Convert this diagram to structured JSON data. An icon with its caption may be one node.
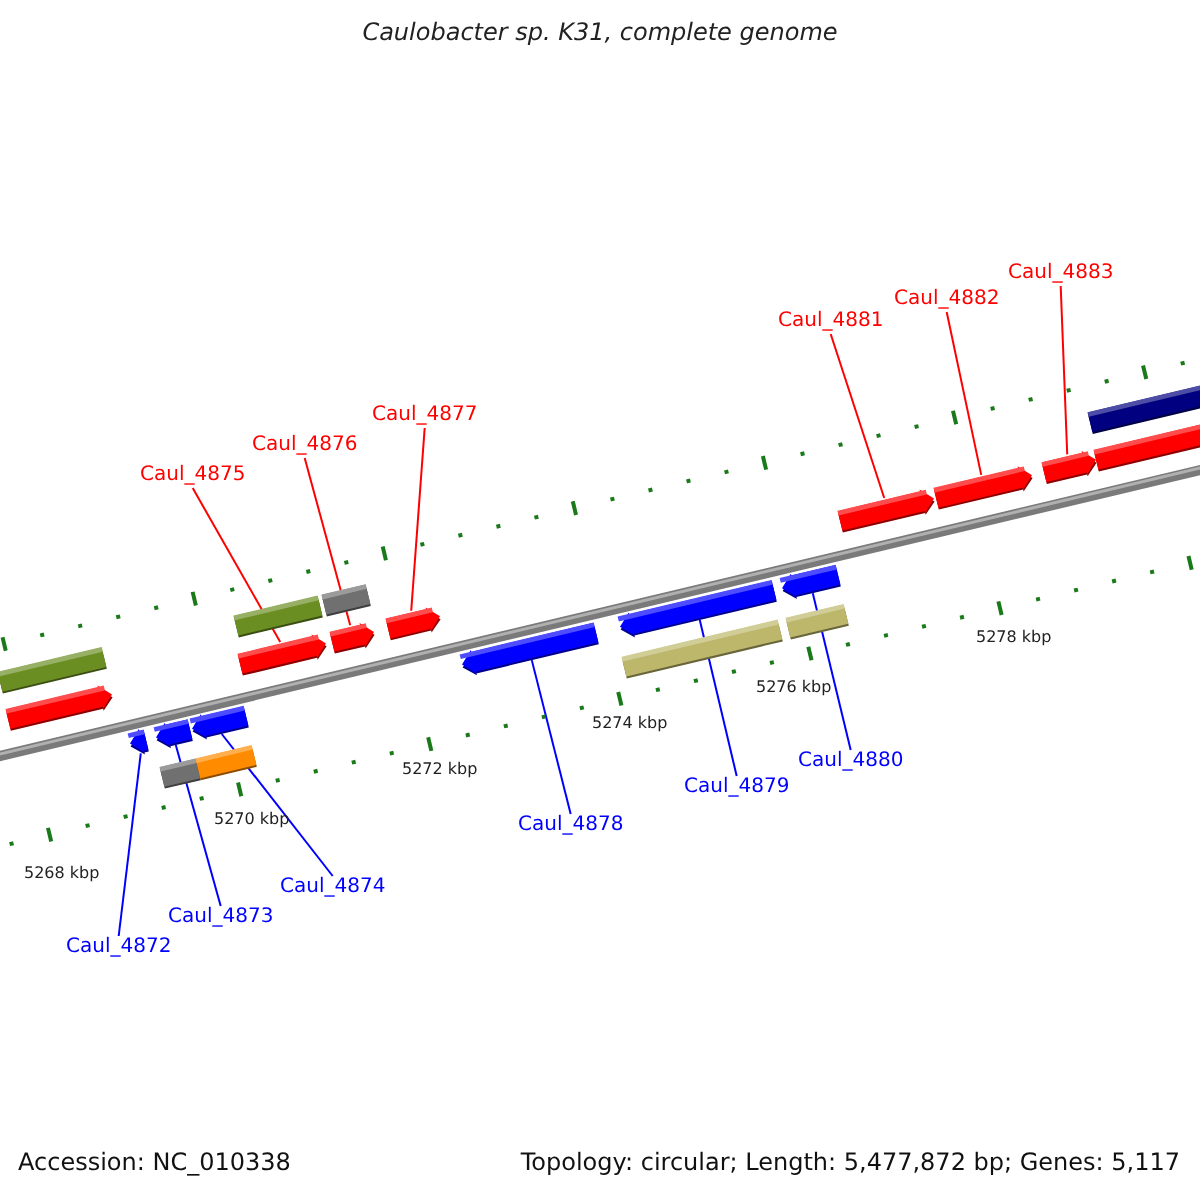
{
  "diagram": {
    "title": "Caulobacter sp. K31, complete genome",
    "nodes": [
      {
        "text": [
          "Caul_4883"
        ]
      },
      {
        "text": [
          "Caul_4882"
        ]
      },
      {
        "text": [
          "Caul_4881"
        ]
      },
      {
        "text": [
          "Caul_4877"
        ]
      },
      {
        "text": [
          "Caul_4876"
        ]
      },
      {
        "text": [
          "Caul_4875"
        ]
      },
      {
        "text": [
          "Caul_4880"
        ]
      },
      {
        "text": [
          "Caul_4879"
        ]
      },
      {
        "text": [
          "Caul_4878"
        ]
      },
      {
        "text": [
          "Caul_4874"
        ]
      },
      {
        "text": [
          "Caul_4873"
        ]
      },
      {
        "text": [
          "Caul_4872"
        ]
      },
      {
        "text": [],
        "shape": "bar"
      },
      {
        "text": [],
        "shape": "pentagon"
      },
      {
        "text": [],
        "shape": "pentagon"
      },
      {
        "text": [],
        "shape": "pentagon"
      },
      {
        "text": [],
        "shape": "bar"
      },
      {
        "text": [],
        "shape": "pentagon"
      },
      {
        "text": [],
        "shape": "bar"
      },
      {
        "text": [],
        "shape": "bar"
      },
      {
        "text": [],
        "shape": "pentagon"
      },
      {
        "text": [],
        "shape": "bar"
      },
      {
        "text": [],
        "shape": "pentagon"
      },
      {
        "text": [],
        "shape": "pentagon"
      },
      {
        "text": [],
        "shape": "pentagon"
      },
      {
        "text": [],
        "shape": "pentagon"
      },
      {
        "text": [],
        "shape": "bar"
      },
      {
        "text": [],
        "shape": "pentagon"
      },
      {
        "text": [],
        "shape": "bar"
      },
      {
        "text": [],
        "shape": "pentagon"
      },
      {
        "text": [],
        "shape": "pentagon"
      },
      {
        "text": [],
        "shape": "pentagon"
      },
      {
        "text": [],
        "shape": "bar"
      },
      {
        "text": [],
        "shape": "bar"
      }
    ],
    "edges": [
      {
        "from": 0,
        "to": 31,
        "arrow": "none",
        "color": "#ff0000"
      },
      {
        "from": 1,
        "to": 30,
        "arrow": "none",
        "color": "#ff0000"
      },
      {
        "from": 2,
        "to": 29,
        "arrow": "none",
        "color": "#ff0000"
      },
      {
        "from": 3,
        "to": 23,
        "arrow": "none",
        "color": "#ff0000"
      },
      {
        "from": 4,
        "to": 22,
        "arrow": "none",
        "color": "#ff0000"
      },
      {
        "from": 5,
        "to": 20,
        "arrow": "none",
        "color": "#ff0000"
      },
      {
        "from": 6,
        "to": 27,
        "arrow": "none",
        "color": "#0000ff"
      },
      {
        "from": 7,
        "to": 25,
        "arrow": "none",
        "color": "#0000ff"
      },
      {
        "from": 8,
        "to": 24,
        "arrow": "none",
        "color": "#0000ff"
      },
      {
        "from": 9,
        "to": 17,
        "arrow": "none",
        "color": "#0000ff"
      },
      {
        "from": 10,
        "to": 15,
        "arrow": "none",
        "color": "#0000ff"
      },
      {
        "from": 11,
        "to": 14,
        "arrow": "none",
        "color": "#0000ff"
      }
    ],
    "labels": [
      "5268 kbp",
      "5270 kbp",
      "5272 kbp",
      "5274 kbp",
      "5276 kbp",
      "5278 kbp",
      "Accession: NC_010338",
      "Topology: circular; Length: 5,477,872 bp; Genes: 5,117"
    ]
  }
}
